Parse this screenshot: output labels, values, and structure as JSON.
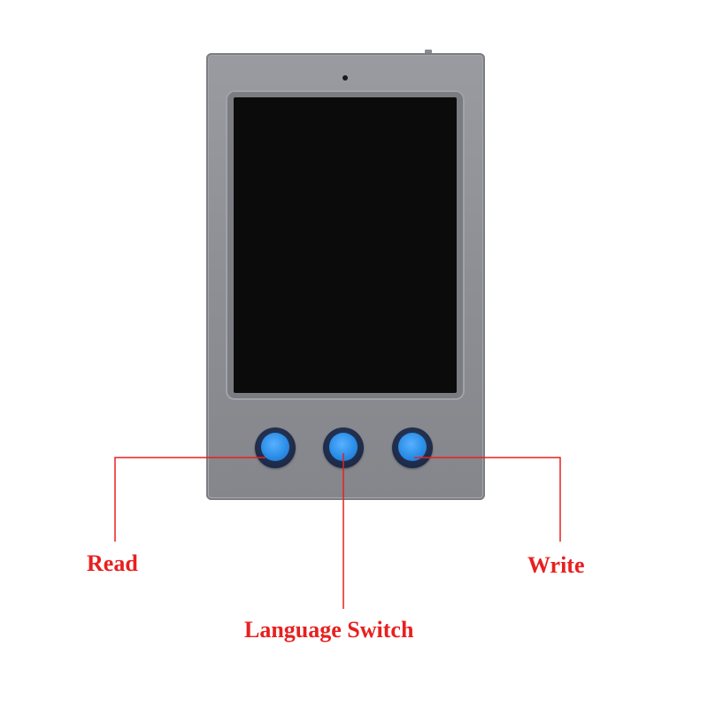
{
  "labels": {
    "read": "Read",
    "language_switch": "Language Switch",
    "write": "Write"
  },
  "colors": {
    "label": "#e8201f",
    "callout_line": "#e8201f",
    "device_body": "#8e8f94",
    "screen": "#0b0b0b",
    "button_cap": "#2b8fe8",
    "button_ring": "#1d2a49"
  }
}
